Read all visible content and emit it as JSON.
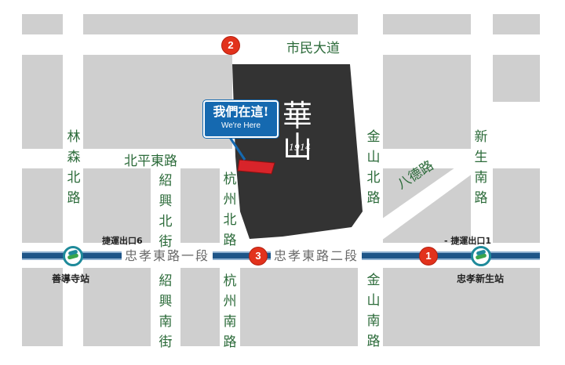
{
  "roads": {
    "civic_blvd": "市民大道",
    "linsen_n": "林森北路",
    "beiping_e": "北平東路",
    "shaoxing_n": "紹興北街",
    "shaoxing_s": "紹興南街",
    "hangzhou_n": "杭州北路",
    "hangzhou_s": "杭州南路",
    "jinshan_n": "金山北路",
    "jinshan_s": "金山南路",
    "xinsheng_s": "新生南路",
    "bade": "八德路",
    "zhongxiao_sec1": "忠孝東路一段",
    "zhongxiao_sec2": "忠孝東路二段"
  },
  "stations": {
    "shandao_temple": "善導寺站",
    "zhongxiao_xinsheng": "忠孝新生站"
  },
  "exits": {
    "exit6": "捷運出口6",
    "exit1": "- 捷運出口1"
  },
  "markers": [
    "1",
    "2",
    "3"
  ],
  "callout": {
    "title": "我們在這!",
    "subtitle": "We're Here"
  },
  "logo": {
    "text": "華山",
    "number": "1914"
  },
  "colors": {
    "road_label": "#2c6b3a",
    "block": "#cfcfcf",
    "metro_line": "#1e5588",
    "marker": "#e2321c",
    "callout": "#1569b0",
    "site": "#333333"
  }
}
